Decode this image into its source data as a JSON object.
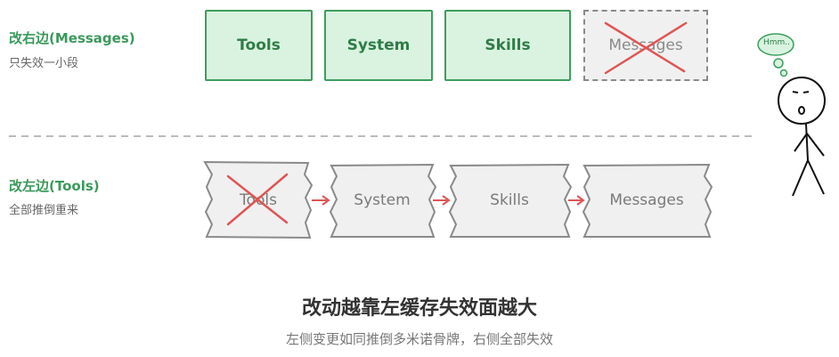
{
  "top_row": {
    "title": "改右边(Messages)",
    "subtitle": "只失效一小段",
    "boxes": [
      "Tools",
      "System",
      "Skills",
      "Messages"
    ]
  },
  "bottom_row": {
    "title": "改左边(Tools)",
    "subtitle": "全部推倒重来",
    "boxes": [
      "Tools",
      "System",
      "Skills",
      "Messages"
    ]
  },
  "figure": {
    "thought": "Hmm.."
  },
  "footer": {
    "title": "改动越靠左缓存失效面越大",
    "subtitle": "左侧变更如同推倒多米诺骨牌，右侧全部失效"
  },
  "colors": {
    "green_fill": "#d9f3e0",
    "green_stroke": "#3d9e5c",
    "green_text": "#3a9a5b",
    "cross_red": "#e05555",
    "gray_fill": "#f0f0f0",
    "gray_stroke": "#8a8a8a"
  }
}
